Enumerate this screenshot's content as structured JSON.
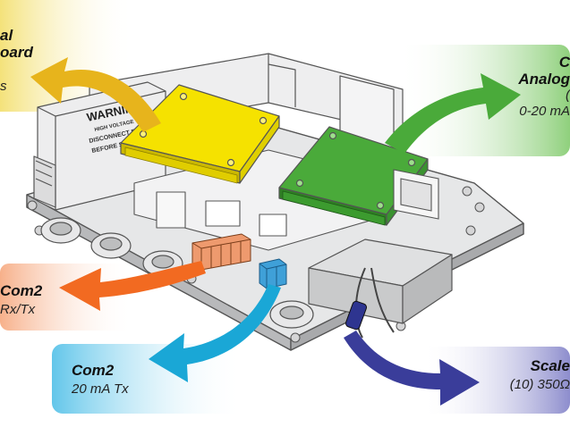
{
  "labels": {
    "top_left_line1": "al",
    "top_left_line2": "oard",
    "top_left_sub": "s",
    "top_right_line1": "C",
    "top_right_line2": "Analog",
    "top_right_sub1": "(",
    "top_right_sub2": "0-20 mA",
    "left_title": "Com2",
    "left_sub": "Rx/Tx",
    "bottom_title": "Com2",
    "bottom_sub": "20 mA Tx",
    "right_title": "Scale",
    "right_sub": "(10) 350Ω"
  },
  "warning": {
    "title": "WARNING!",
    "line1": "HIGH VOLTAGE",
    "line2": "DISCONNECT POWER",
    "line3": "BEFORE SERVICING"
  },
  "colors": {
    "yellow": "#f5e200",
    "green": "#4aaa3a",
    "orange": "#f26a21",
    "cyan": "#1aa7d6",
    "navy": "#3a3d9a",
    "gold": "#e7b41c",
    "terminal_orange": "#ee9a6e",
    "terminal_blue": "#3fa0d8"
  }
}
